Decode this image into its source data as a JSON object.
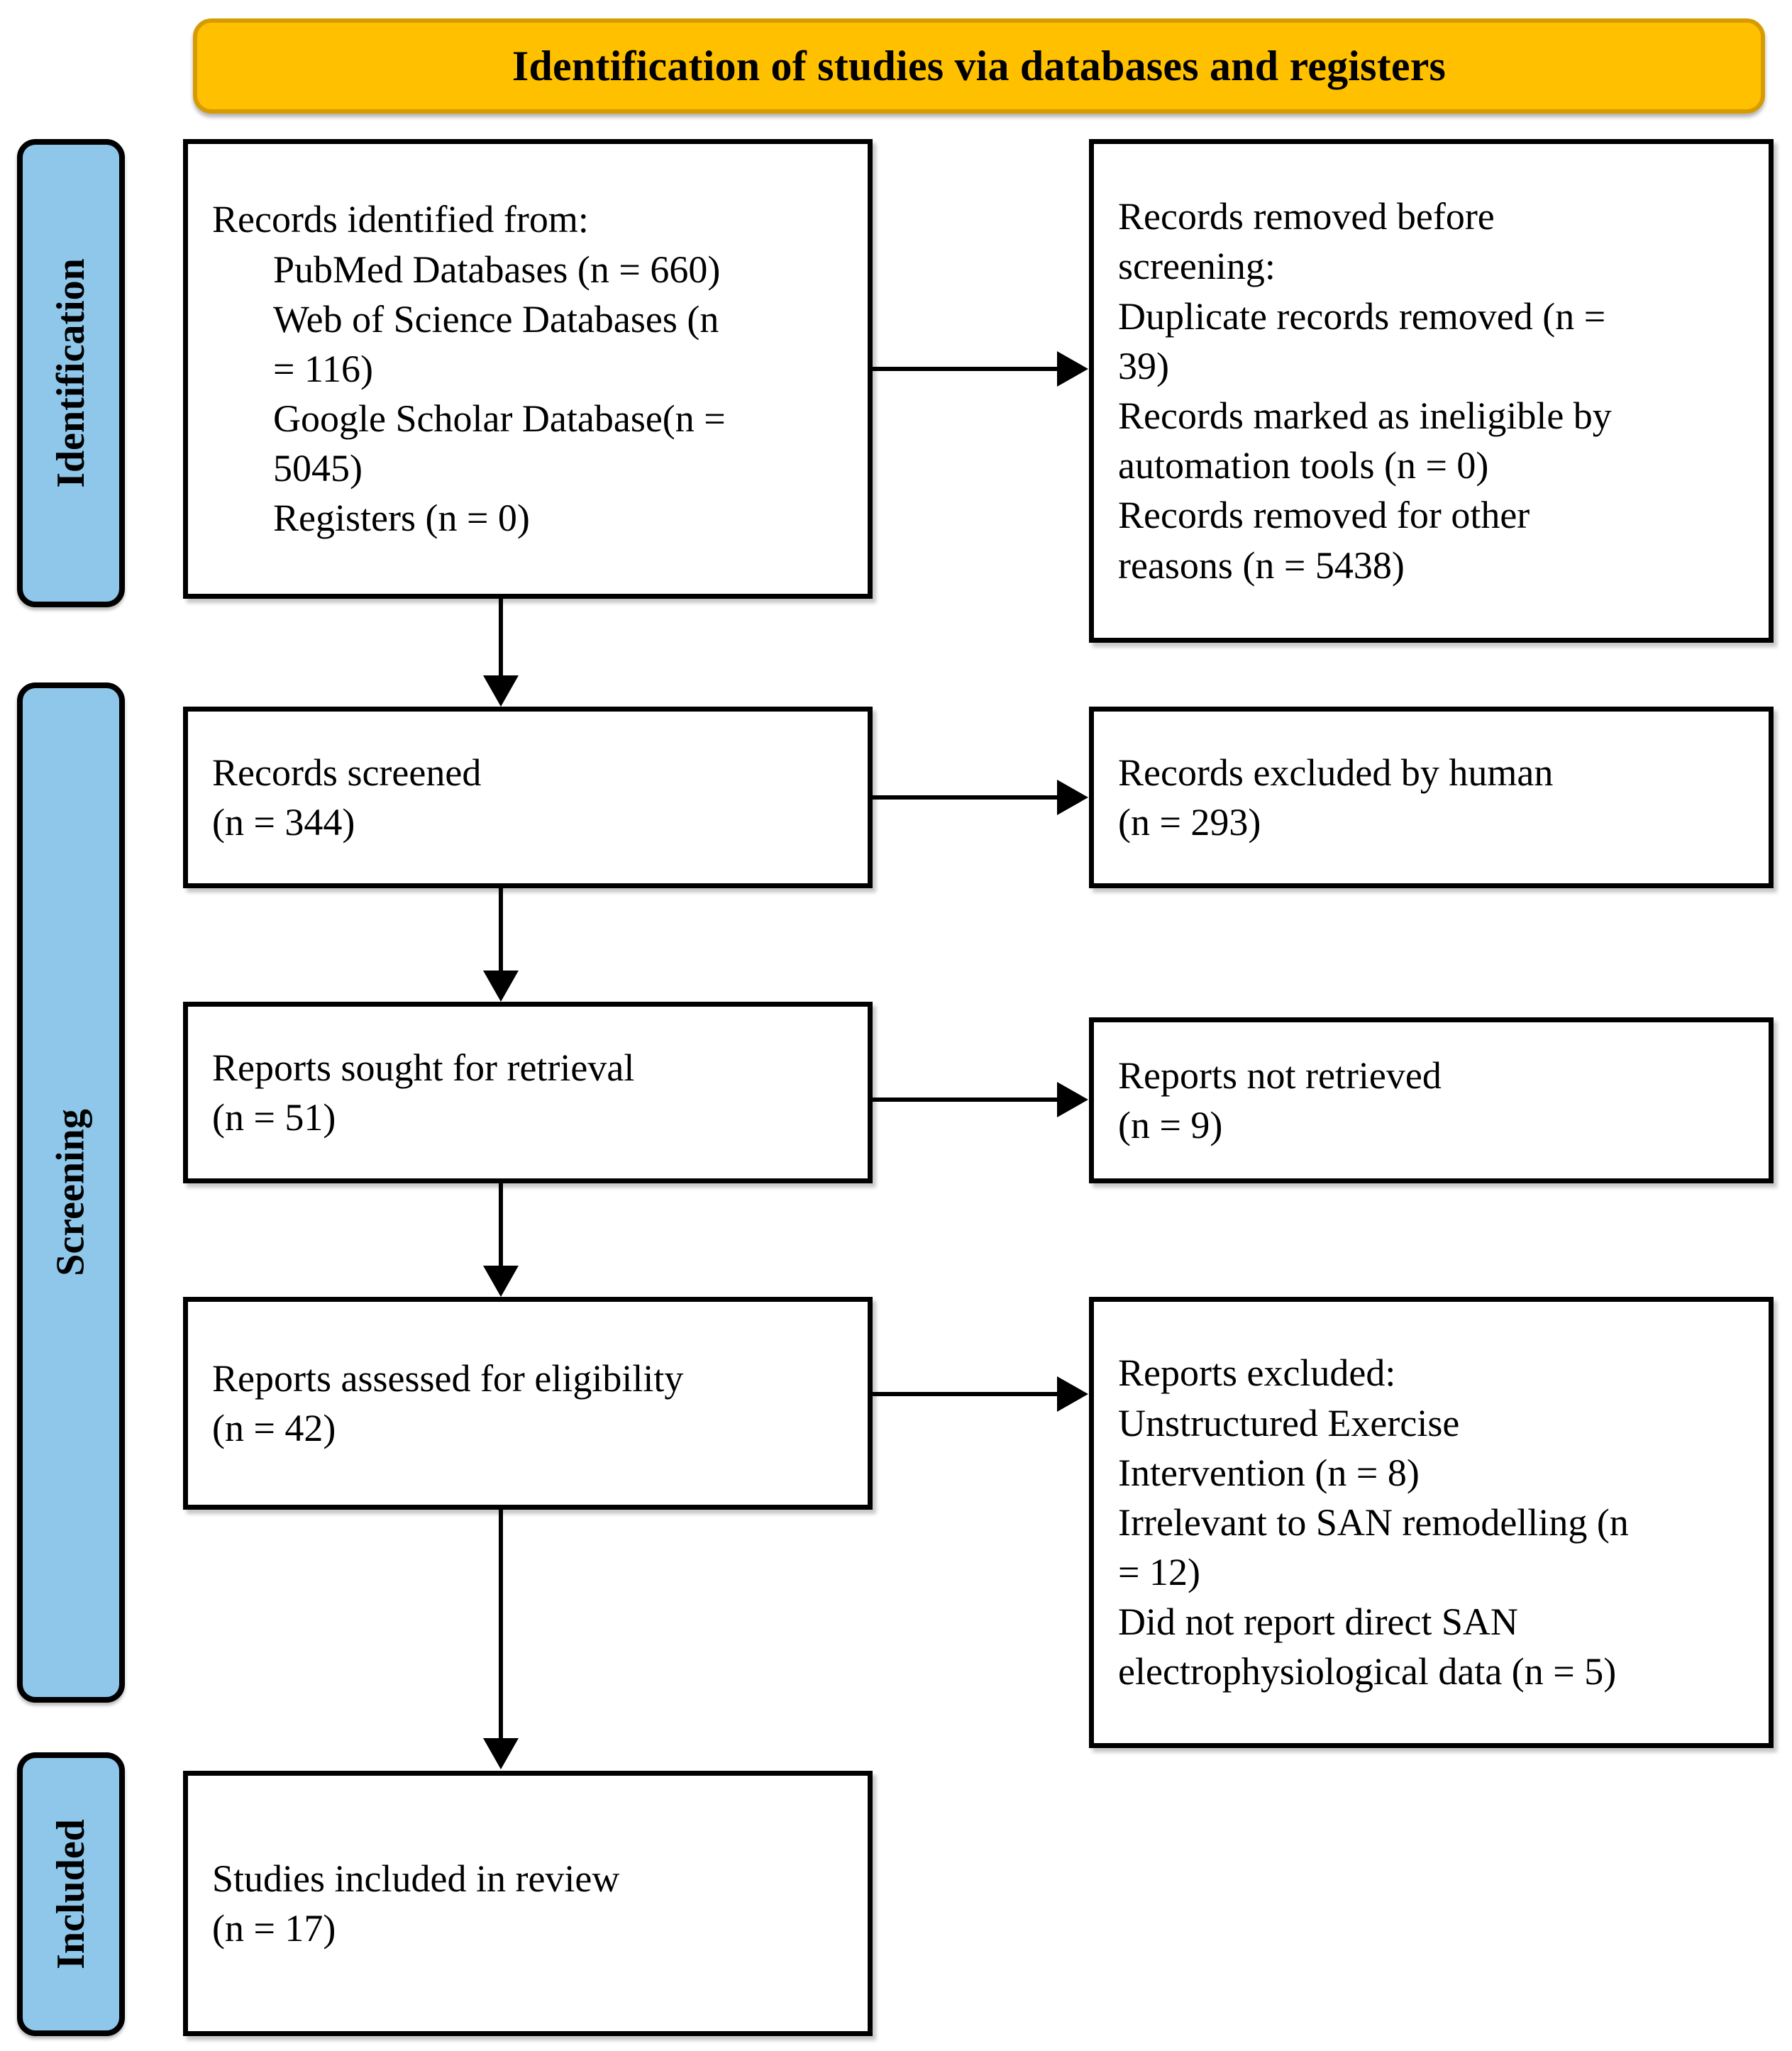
{
  "banner": {
    "title": "Identification of studies via databases and registers",
    "fill_color": "#FFC000",
    "border_color": "#D79B00"
  },
  "stages": [
    {
      "id": "identification",
      "label": "Identification",
      "fill_color": "#8EC7EA"
    },
    {
      "id": "screening",
      "label": "Screening",
      "fill_color": "#8EC7EA"
    },
    {
      "id": "included",
      "label": "Included",
      "fill_color": "#8EC7EA"
    }
  ],
  "nodes": {
    "records_identified": {
      "lines": [
        {
          "text": "Records identified from:",
          "indent": false
        },
        {
          "text": "PubMed Databases (n = 660)",
          "indent": true
        },
        {
          "text": "Web of Science Databases (n",
          "indent": true
        },
        {
          "text": "= 116)",
          "indent": true
        },
        {
          "text": "Google Scholar Database(n =",
          "indent": true
        },
        {
          "text": "5045)",
          "indent": true
        },
        {
          "text": "Registers (n = 0)",
          "indent": true
        }
      ]
    },
    "records_removed": {
      "lines": [
        {
          "text": "Records removed before",
          "indent": false
        },
        {
          "text": "screening:",
          "indent": false
        },
        {
          "text": "Duplicate records removed  (n =",
          "indent": false
        },
        {
          "text": "39)",
          "indent": false
        },
        {
          "text": "Records marked as ineligible by",
          "indent": false
        },
        {
          "text": "automation tools (n = 0)",
          "indent": false
        },
        {
          "text": "Records removed for other",
          "indent": false
        },
        {
          "text": "reasons (n = 5438)",
          "indent": false
        }
      ]
    },
    "records_screened": {
      "lines": [
        {
          "text": "Records screened",
          "indent": false
        },
        {
          "text": "(n = 344)",
          "indent": false
        }
      ]
    },
    "records_excluded": {
      "lines": [
        {
          "text": "Records excluded by human",
          "indent": false
        },
        {
          "text": "(n = 293)",
          "indent": false
        }
      ]
    },
    "reports_sought": {
      "lines": [
        {
          "text": "Reports sought for retrieval",
          "indent": false
        },
        {
          "text": "(n = 51)",
          "indent": false
        }
      ]
    },
    "reports_not_retrieved": {
      "lines": [
        {
          "text": "Reports not retrieved",
          "indent": false
        },
        {
          "text": "(n = 9)",
          "indent": false
        }
      ]
    },
    "reports_assessed": {
      "lines": [
        {
          "text": "Reports assessed  for eligibility",
          "indent": false
        },
        {
          "text": "(n = 42)",
          "indent": false
        }
      ]
    },
    "reports_excluded": {
      "lines": [
        {
          "text": "Reports excluded:",
          "indent": false
        },
        {
          "text": "Unstructured Exercise",
          "indent": false
        },
        {
          "text": "Intervention (n = 8)",
          "indent": false
        },
        {
          "text": "Irrelevant to SAN remodelling (n",
          "indent": false
        },
        {
          "text": "= 12)",
          "indent": false
        },
        {
          "text": "Did not report direct SAN",
          "indent": false
        },
        {
          "text": "electrophysiological  data (n = 5)",
          "indent": false
        }
      ]
    },
    "studies_included": {
      "lines": [
        {
          "text": "Studies included in review",
          "indent": false
        },
        {
          "text": "(n = 17)",
          "indent": false
        }
      ]
    }
  },
  "flow_data": {
    "type": "prisma-flow-diagram",
    "counts": {
      "pubmed_databases": 660,
      "web_of_science_databases": 116,
      "google_scholar_database": 5045,
      "registers": 0,
      "duplicate_records_removed": 39,
      "records_marked_ineligible_by_automation_tools": 0,
      "records_removed_other_reasons": 5438,
      "records_screened": 344,
      "records_excluded_by_human": 293,
      "reports_sought_for_retrieval": 51,
      "reports_not_retrieved": 9,
      "reports_assessed_for_eligibility": 42,
      "reports_excluded_unstructured_exercise_intervention": 8,
      "reports_excluded_irrelevant_to_san_remodelling": 12,
      "reports_excluded_no_direct_san_electrophysiological_data": 5,
      "studies_included_in_review": 17
    }
  }
}
